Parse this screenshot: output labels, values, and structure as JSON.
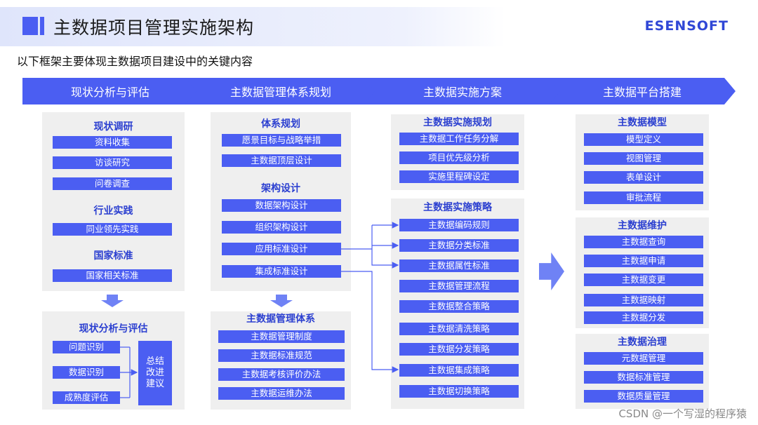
{
  "header": {
    "title": "主数据项目管理实施架构",
    "logo": "ESENSOFT",
    "subtitle": "以下框架主要体现主数据项目建设中的关键内容"
  },
  "phases": [
    "现状分析与评估",
    "主数据管理体系规划",
    "主数据实施方案",
    "主数据平台搭建"
  ],
  "col1": {
    "research_title": "现状调研",
    "research_items": [
      "资料收集",
      "访谈研究",
      "问卷调查"
    ],
    "industry_title": "行业实践",
    "industry_items": [
      "同业领先实践"
    ],
    "national_title": "国家标准",
    "national_items": [
      "国家相关标准"
    ],
    "assess_title": "现状分析与评估",
    "assess_items": [
      "问题识别",
      "数据识别",
      "成熟度评估"
    ],
    "summary": "总结\n改进\n建议"
  },
  "col2": {
    "system_title": "体系规划",
    "system_items": [
      "愿景目标与战略举措",
      "主数据顶层设计"
    ],
    "arch_title": "架构设计",
    "arch_items": [
      "数据架构设计",
      "组织架构设计",
      "应用标准设计",
      "集成标准设计"
    ],
    "mgmt_title": "主数据管理体系",
    "mgmt_items": [
      "主数据管理制度",
      "主数据标准规范",
      "主数据考核评价办法",
      "主数据运维办法"
    ]
  },
  "col3": {
    "plan_title": "主数据实施规划",
    "plan_items": [
      "主数据工作任务分解",
      "项目优先级分析",
      "实施里程碑设定"
    ],
    "strategy_title": "主数据实施策略",
    "strategy_items": [
      "主数据编码规则",
      "主数据分类标准",
      "主数据属性标准",
      "主数据管理流程",
      "主数据整合策略",
      "主数据清洗策略",
      "主数据分发策略",
      "主数据集成策略",
      "主数据切换策略"
    ]
  },
  "col4": {
    "model_title": "主数据模型",
    "model_items": [
      "模型定义",
      "视图管理",
      "表单设计",
      "审批流程"
    ],
    "maint_title": "主数据维护",
    "maint_items": [
      "主数据查询",
      "主数据申请",
      "主数据变更",
      "主数据映射",
      "主数据分发"
    ],
    "gov_title": "主数据治理",
    "gov_items": [
      "元数据管理",
      "数据标准管理",
      "数据质量管理"
    ]
  },
  "watermark": "CSDN @一个写湿的程序猿",
  "colors": {
    "accent": "#4b5ef2",
    "panel": "#efefef",
    "heading": "#2b3fd0"
  }
}
